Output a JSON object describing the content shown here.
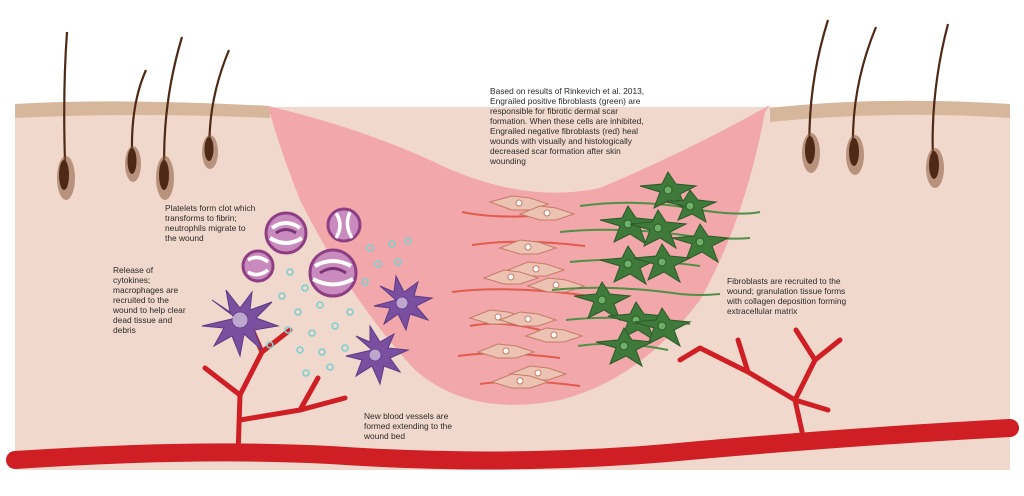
{
  "labels": {
    "research": [
      "Based on results of Rinkevich et al. 2013,",
      "Engrailed positive fibroblasts (green) are",
      "responsible for fibrotic dermal scar",
      "formation. When these cells are inhibited,",
      "Engrailed negative fibroblasts (red) heal",
      "wounds with visually and histologically",
      "decreased scar formation after skin",
      "wounding"
    ],
    "platelets": [
      "Platelets form clot which",
      "transforms to fibrin;",
      "neutrophils migrate to",
      "the wound"
    ],
    "cytokines": [
      "Release of",
      "cytokines;",
      "macrophages are",
      "recruited to the",
      "wound to help clear",
      "dead tissue and",
      "debris"
    ],
    "fibroblasts": [
      "Fibroblasts are recruited to the",
      "wound; granulation tissue forms",
      "with collagen deposition forming",
      "extracellular matrix"
    ],
    "vessels": [
      "New blood vessels are",
      "formed extending to the",
      "wound bed"
    ]
  },
  "colors": {
    "skin_surface": "#d7b79c",
    "dermis": "#f1d8cc",
    "wound": "#f2a7aa",
    "blood_vessel": "#cf1f24",
    "hair": "#4e2a16",
    "neutrophil": "#a45a9c",
    "macrophage": "#7a4fa0",
    "platelet": "#7ed1d0",
    "fibroblast_green": "#3f7a3a",
    "fibroblast_red": "#e25b4f",
    "fibroblast_red_cell": "#ecc3b2"
  }
}
